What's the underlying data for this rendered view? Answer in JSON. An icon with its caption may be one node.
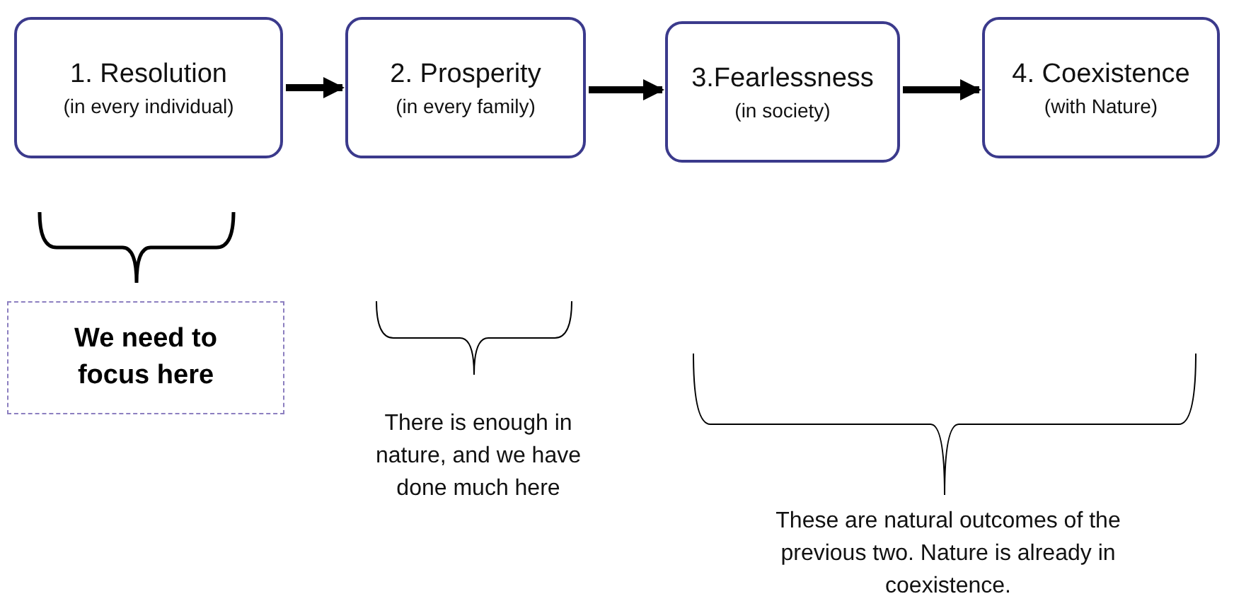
{
  "diagram": {
    "nodes": [
      {
        "text": [
          "1. Resolution",
          "(in every individual)"
        ]
      },
      {
        "text": [
          "2. Prosperity",
          "(in every family)"
        ]
      },
      {
        "text": [
          "3.Fearlessness",
          "(in society)"
        ]
      },
      {
        "text": [
          "4. Coexistence",
          "(with Nature)"
        ]
      },
      {
        "text": [
          "We need to focus here"
        ]
      }
    ],
    "edges": [
      {
        "from": 0,
        "to": 1,
        "arrow": "to"
      },
      {
        "from": 1,
        "to": 2,
        "arrow": "to"
      },
      {
        "from": 2,
        "to": 3,
        "arrow": "to"
      }
    ],
    "labels": [
      "There is enough in nature, and we have done much here",
      "These are natural outcomes of the previous two. Nature is already in coexistence."
    ]
  }
}
